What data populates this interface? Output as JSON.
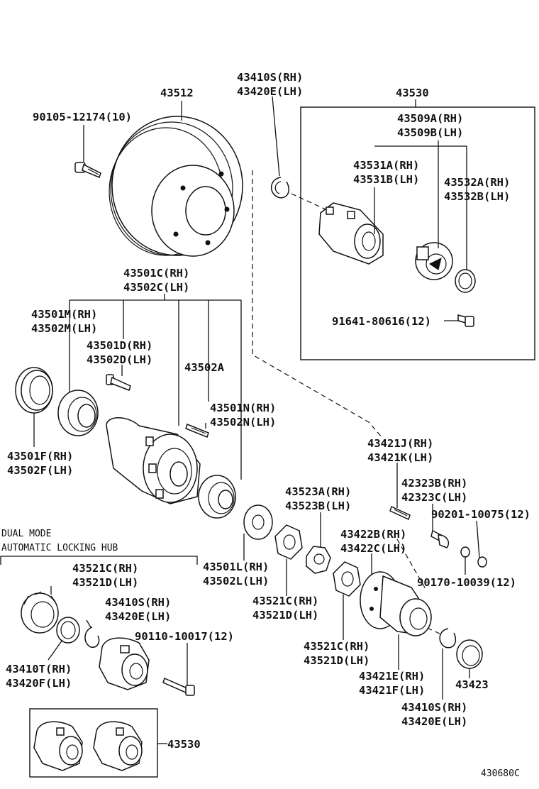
{
  "labels": {
    "l_43410S_top_rh": "43410S(RH)",
    "l_43420E_top_lh": "43420E(LH)",
    "l_43512": "43512",
    "l_43530_top": "43530",
    "l_90105": "90105-12174(10)",
    "l_43509A": "43509A(RH)",
    "l_43509B": "43509B(LH)",
    "l_43531A": "43531A(RH)",
    "l_43531B": "43531B(LH)",
    "l_43532A": "43532A(RH)",
    "l_43532B": "43532B(LH)",
    "l_91641": "91641-80616(12)",
    "l_43501C": "43501C(RH)",
    "l_43502C": "43502C(LH)",
    "l_43501M": "43501M(RH)",
    "l_43502M": "43502M(LH)",
    "l_43501D": "43501D(RH)",
    "l_43502D": "43502D(LH)",
    "l_43502A": "43502A",
    "l_43501N": "43501N(RH)",
    "l_43502N": "43502N(LH)",
    "l_43501F": "43501F(RH)",
    "l_43502F": "43502F(LH)",
    "l_43421J": "43421J(RH)",
    "l_43421K": "43421K(LH)",
    "l_42323B": "42323B(RH)",
    "l_42323C": "42323C(LH)",
    "l_90201": "90201-10075(12)",
    "l_43523A": "43523A(RH)",
    "l_43523B": "43523B(LH)",
    "l_43422B": "43422B(RH)",
    "l_43422C": "43422C(LH)",
    "l_dual1": "DUAL MODE",
    "l_dual2": "AUTOMATIC LOCKING HUB",
    "l_43501L": "43501L(RH)",
    "l_43502L": "43502L(LH)",
    "l_90170": "90170-10039(12)",
    "l_43521C_a": "43521C(RH)",
    "l_43521D_a": "43521D(LH)",
    "l_43521C_b": "43521C(RH)",
    "l_43521D_b": "43521D(LH)",
    "l_43521C_c": "43521C(RH)",
    "l_43521D_c": "43521D(LH)",
    "l_43410S_mid": "43410S(RH)",
    "l_43420E_mid": "43420E(LH)",
    "l_90110": "90110-10017(12)",
    "l_43410T": "43410T(RH)",
    "l_43420F": "43420F(LH)",
    "l_43421E": "43421E(RH)",
    "l_43421F": "43421F(LH)",
    "l_43423": "43423",
    "l_43410S_bot": "43410S(RH)",
    "l_43420E_bot": "43420E(LH)",
    "l_43530_bot": "43530",
    "l_code": "430680C"
  }
}
